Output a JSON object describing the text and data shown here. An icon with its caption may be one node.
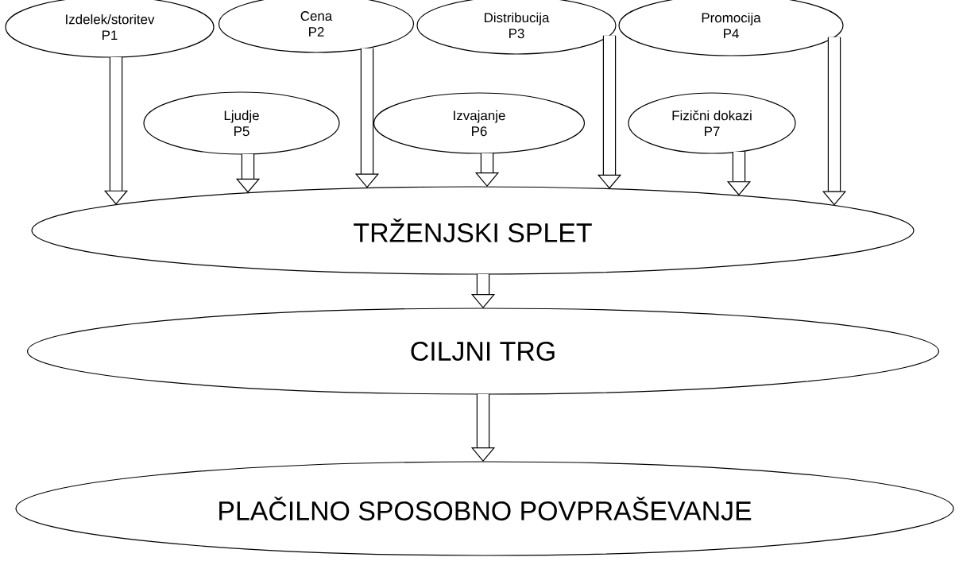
{
  "diagram": {
    "nodes": [
      {
        "text": [
          "Izdelek/storitev",
          "P1"
        ]
      },
      {
        "text": [
          "Cena",
          "P2"
        ]
      },
      {
        "text": [
          "Distribucija",
          "P3"
        ]
      },
      {
        "text": [
          "Promocija",
          "P4"
        ]
      },
      {
        "text": [
          "Ljudje",
          "P5"
        ]
      },
      {
        "text": [
          "Izvajanje",
          "P6"
        ]
      },
      {
        "text": [
          "Fizični dokazi",
          "P7"
        ]
      },
      {
        "text": [
          "TRŽENJSKI SPLET"
        ]
      },
      {
        "text": [
          "CILJNI TRG"
        ]
      },
      {
        "text": [
          "PLAČILNO SPOSOBNO POVPRAŠEVANJE"
        ]
      }
    ],
    "edges": [
      {
        "from": 0,
        "to": 7,
        "arrow": "to"
      },
      {
        "from": 4,
        "to": 7,
        "arrow": "to"
      },
      {
        "from": 1,
        "to": 7,
        "arrow": "to"
      },
      {
        "from": 5,
        "to": 7,
        "arrow": "to"
      },
      {
        "from": 2,
        "to": 7,
        "arrow": "to"
      },
      {
        "from": 6,
        "to": 7,
        "arrow": "to"
      },
      {
        "from": 3,
        "to": 7,
        "arrow": "to"
      },
      {
        "from": 7,
        "to": 8,
        "arrow": "to"
      },
      {
        "from": 8,
        "to": 9,
        "arrow": "to"
      }
    ]
  }
}
